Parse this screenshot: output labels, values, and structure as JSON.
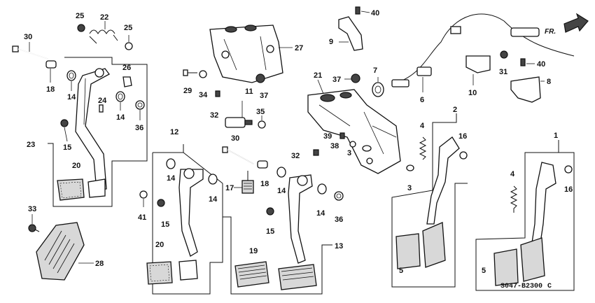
{
  "diagram": {
    "labels": {
      "l1": "1",
      "l2": "2",
      "l3a": "3",
      "l3b": "3",
      "l4a": "4",
      "l4b": "4",
      "l5a": "5",
      "l5b": "5",
      "l6": "6",
      "l7": "7",
      "l8": "8",
      "l9": "9",
      "l10": "10",
      "l11": "11",
      "l12": "12",
      "l13": "13",
      "l14a": "14",
      "l14b": "14",
      "l14c": "14",
      "l14d": "14",
      "l14e": "14",
      "l14f": "14",
      "l15a": "15",
      "l15b": "15",
      "l15c": "15",
      "l16a": "16",
      "l16b": "16",
      "l17": "17",
      "l18a": "18",
      "l18b": "18",
      "l19": "19",
      "l20a": "20",
      "l20b": "20",
      "l21": "21",
      "l22": "22",
      "l23": "23",
      "l24": "24",
      "l25a": "25",
      "l25b": "25",
      "l26": "26",
      "l27": "27",
      "l28": "28",
      "l29": "29",
      "l30a": "30",
      "l30b": "30",
      "l31": "31",
      "l32a": "32",
      "l32b": "32",
      "l33": "33",
      "l34": "34",
      "l35": "35",
      "l36a": "36",
      "l36b": "36",
      "l37a": "37",
      "l37b": "37",
      "l38": "38",
      "l39": "39",
      "l40a": "40",
      "l40b": "40",
      "l41": "41"
    },
    "direction_label": "FR.",
    "diagram_code": "S047-B2300",
    "diagram_code_suffix": "C"
  }
}
